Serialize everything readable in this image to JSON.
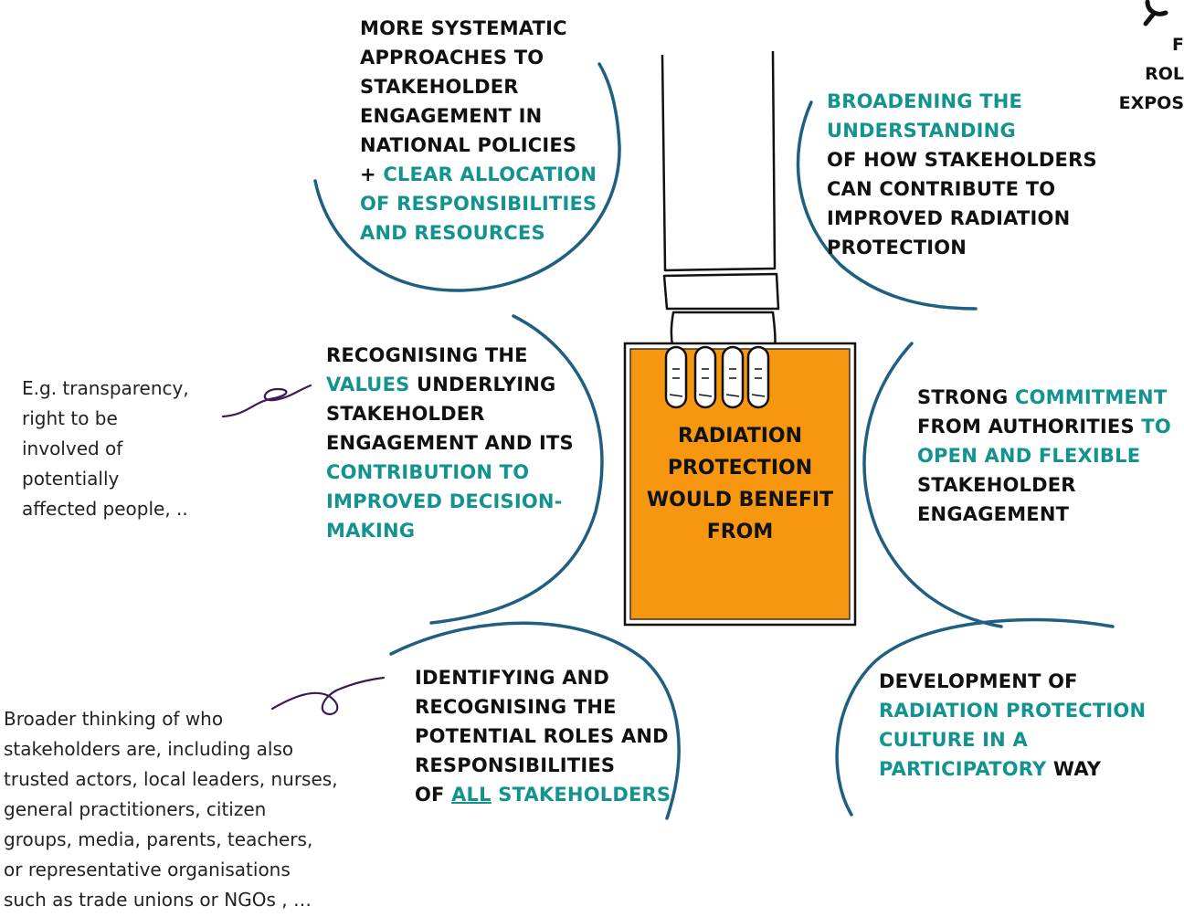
{
  "center": {
    "line1": "RADIATION",
    "line2": "PROTECTION",
    "line3": "WOULD BENEFIT",
    "line4": "FROM"
  },
  "topleft": {
    "l1": "MORE SYSTEMATIC",
    "l2": "APPROACHES TO",
    "l3": "STAKEHOLDER",
    "l4": "ENGAGEMENT IN",
    "l5": "NATIONAL POLICIES",
    "l6a": "+ ",
    "l6b": "CLEAR ALLOCATION",
    "l7": "OF RESPONSIBILITIES",
    "l8": "AND RESOURCES"
  },
  "topright": {
    "l1": "BROADENING THE",
    "l2": "UNDERSTANDING",
    "l3": "OF HOW STAKEHOLDERS",
    "l4": "CAN CONTRIBUTE TO",
    "l5": "IMPROVED RADIATION",
    "l6": "PROTECTION"
  },
  "midleft": {
    "l1": "RECOGNISING THE",
    "l2a": "VALUES",
    "l2b": " UNDERLYING",
    "l3": "STAKEHOLDER",
    "l4": "ENGAGEMENT AND ITS",
    "l5": "CONTRIBUTION TO",
    "l6": "IMPROVED DECISION-",
    "l7": "MAKING"
  },
  "midright": {
    "l1a": "STRONG ",
    "l1b": "COMMITMENT",
    "l2a": "FROM AUTHORITIES ",
    "l2b": "TO",
    "l3": "OPEN AND FLEXIBLE",
    "l4": "STAKEHOLDER",
    "l5": "ENGAGEMENT"
  },
  "botleft": {
    "l1": "IDENTIFYING AND",
    "l2": "RECOGNISING THE",
    "l3": "POTENTIAL ROLES AND",
    "l4": "RESPONSIBILITIES",
    "l5a": "OF ",
    "l5b": "ALL",
    "l5c": " STAKEHOLDERS"
  },
  "botright": {
    "l1": "DEVELOPMENT OF",
    "l2": "RADIATION PROTECTION",
    "l3": "CULTURE IN A",
    "l4a": "PARTICIPATORY",
    "l4b": " WAY"
  },
  "note_values": {
    "l1": "E.g. transparency,",
    "l2": "right to be",
    "l3": "involved of",
    "l4": "potentially",
    "l5": "affected people, .."
  },
  "note_stakeholders": {
    "l1": "Broader thinking of who",
    "l2": "stakeholders are, including also",
    "l3": "trusted actors, local leaders, nurses,",
    "l4": "general practitioners, citizen",
    "l5": "groups, media, parents, teachers,",
    "l6": "or representative organisations",
    "l7": "such as trade unions or NGOs , …"
  },
  "corner_cutoff": {
    "l1": "F",
    "l2": "ROL",
    "l3": "EXPOS"
  },
  "colors": {
    "teal": "#12938f",
    "arc": "#1f5f82",
    "sign": "#f6970f",
    "pen": "#3d1a5c"
  }
}
